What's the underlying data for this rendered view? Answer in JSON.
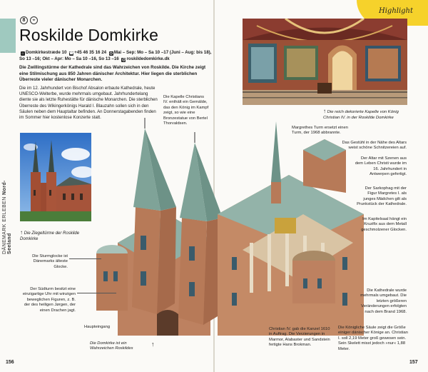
{
  "highlight_label": "Highlight",
  "side_tab": {
    "part1": "DÄNEMARK ERLEBEN",
    "part2": "Nord-Seeland"
  },
  "badge_number": "8",
  "title": "Roskilde Domkirke",
  "info": {
    "address": "Domkirkestræde 10",
    "phone": "+45 46 35 16 24",
    "hours": "Mai – Sep: Mo – Sa 10 –17 (Juni – Aug: bis 18), So 13 –16; Okt – Apr: Mo – Sa 10 –16, So 13 –16",
    "web": "roskildedomkirke.dk"
  },
  "lead": "Die Zwillingstürme der Kathedrale sind das Wahrzeichen von Roskilde. Die Kirche zeigt eine Stilmischung aus 850 Jahren dänischer Architektur. Hier liegen die sterblichen Überreste vieler dänischer Monarchen.",
  "body": "Die im 12. Jahrhundert von Bischof Absalon erbaute Kathedrale, heute UNESCO-Welterbe, wurde mehrmals umgebaut. Jahrhundertelang diente sie als letzte Ruhestätte für dänische Monarchen. Die sterblichen Überreste des Wikingerkönigs Harald I. Blauzahn sollen sich in den Säulen neben dem Hauptaltar befinden. An Donnerstagabenden finden im Sommer hier kostenlose Konzerte statt.",
  "photo_caption_left": "Die Ziegeltürme der Roskilde Domkirke",
  "photo_caption_right": "Die reich dekorierte Kapelle von König Christian IV. in der Roskilde Domkirke",
  "annotations": {
    "kapelle": "Die Kapelle Christians IV. enthält ein Gemälde, das den König im Kampf zeigt, so wie eine Bronzestatue von Bertel Thorvaldsen.",
    "sturmglocke": "Die Sturmglocke ist Dänemarks älteste Glocke.",
    "suedturm": "Der Südturm besitzt eine einzigartige Uhr mit winzigen beweglichen Figuren, z. B. der des heiligen Jørgen, der einen Drachen jagt.",
    "haupteingang": "Haupteingang",
    "domkirke": "Die Domkirke ist ein Wahrzeichen Roskildes",
    "turm": "Margrethes Turm ersetzt einen Turm, der 1968 abbrannte.",
    "gestuehl": "Das Gestühl in der Nähe des Altars weist schöne Schnitzereien auf.",
    "altar": "Der Altar mit Szenen aus dem Leben Christi wurde im 16. Jahrhundert in Antwerpen gefertigt.",
    "sarkophag": "Der Sarkophag mit der Figur Margretes I. als junges Mädchen gilt als Prunkstück der Kathedrale.",
    "kapitelsaal": "Im Kapitelsaal hängt ein Kruzifix aus dem Metall geschmolzener Glocken.",
    "umgebaut": "Die Kathedrale wurde mehrmals umgebaut. Die letzten größeren Veränderungen erfolgten nach dem Brand 1968.",
    "christian": "Christian IV. gab die Kanzel 1610 in Auftrag. Die Verzierungen in Marmor, Alabaster und Sandstein fertigte Hans Brokman.",
    "saeule": "Die Königliche Säule zeigt die Größe einiger dänischer Könige an. Christian I. soll 2,19 Meter groß gewesen sein. Sein Skelett misst jedoch »nur« 1,88 Meter."
  },
  "page_left": "156",
  "page_right": "157",
  "colors": {
    "accent_green": "#9fc9bf",
    "highlight_yellow": "#f6d22b",
    "brick": "#b9784f",
    "copper": "#8fb0a6"
  }
}
